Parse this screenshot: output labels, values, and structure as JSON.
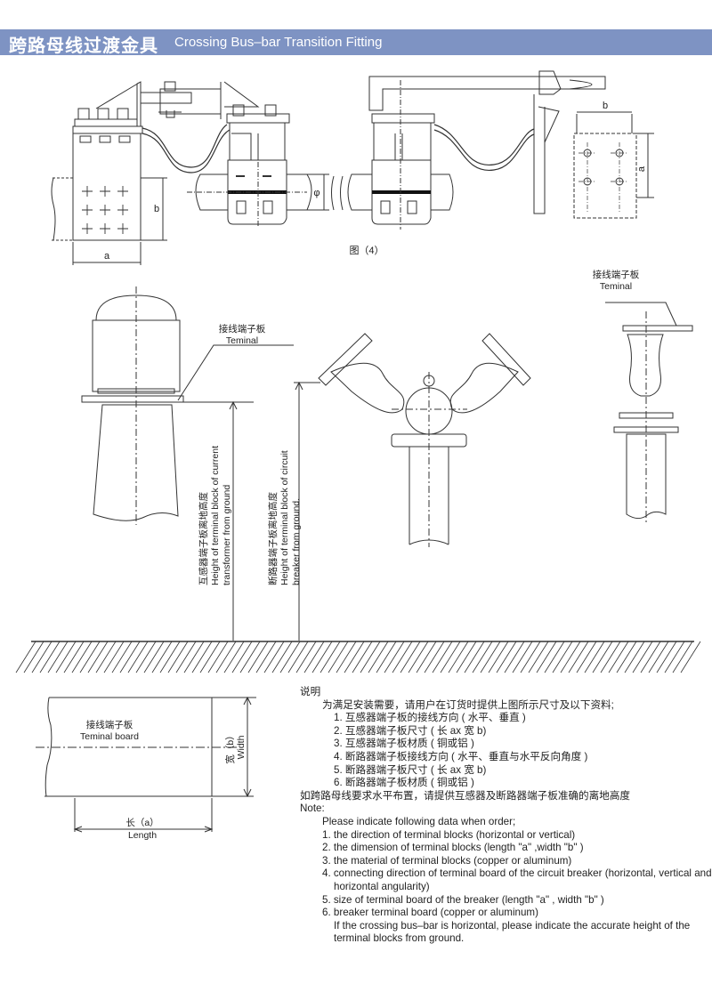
{
  "header": {
    "title_cn": "跨路母线过渡金具",
    "title_en": "Crossing Bus–bar Transition Fitting",
    "bar_color": "#7e93c3"
  },
  "figure_top": {
    "dim_a": "a",
    "dim_b": "b",
    "dim_phi": "φ",
    "caption": "图（4）"
  },
  "figure_middle": {
    "terminal_label_cn": "接线端子板",
    "terminal_label_en": "Teminal",
    "ct_height_cn": "互感器端子板离地高度",
    "ct_height_en_1": "Height of terminal block of current",
    "ct_height_en_2": "transformer from ground",
    "cb_height_cn": "断路器端子板离地高度",
    "cb_height_en_1": "Height of terminal block of circuit",
    "cb_height_en_2": "breaker from ground."
  },
  "figure_bottom": {
    "board_cn": "接线端子板",
    "board_en": "Teminal board",
    "width_cn": "宽（b）",
    "width_en": "Width",
    "length_cn": "长（a）",
    "length_en": "Length"
  },
  "notes_cn": {
    "heading": "说明",
    "intro": "为满足安装需要，请用户在订货时提供上图所示尺寸及以下资料;",
    "items": [
      "1. 互感器端子板的接线方向 ( 水平、垂直 )",
      "2. 互感器端子板尺寸 ( 长 ax 宽 b)",
      "3. 互感器端子板材质 ( 铜或铝 )",
      "4. 断路器端子板接线方向 ( 水平、垂直与水平反向角度 )",
      "5. 断路器端子板尺寸 ( 长 ax 宽 b)",
      "6. 断路器端子板材质 ( 铜或铝 )"
    ],
    "footer": "如跨路母线要求水平布置，请提供互感器及断路器端子板准确的离地高度"
  },
  "notes_en": {
    "heading": "Note:",
    "intro": "Please indicate following data when order;",
    "items": [
      "1. the direction of terminal blocks (horizontal or vertical)",
      "2. the dimension of terminal blocks (length \"a\" ,width \"b\" )",
      "3. the material of terminal blocks (copper or aluminum)",
      "4. connecting direction of terminal board of the circuit breaker (horizontal, vertical and horizontal angularity)",
      "5. size of terminal board of the breaker (length \"a\" , width \"b\" )",
      "6. breaker terminal board (copper or aluminum)"
    ],
    "footer": "If the crossing bus–bar is horizontal, please indicate the accurate height of the terminal blocks from ground."
  }
}
